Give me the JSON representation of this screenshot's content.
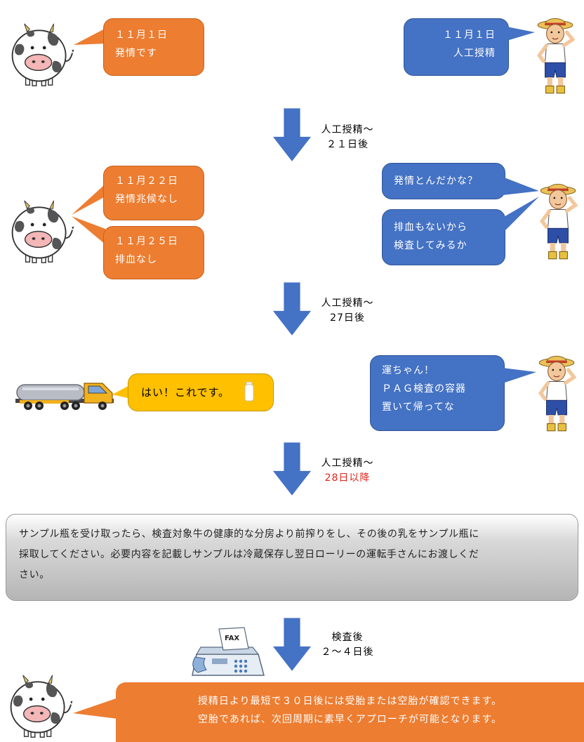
{
  "steps": [
    {
      "cow_bubble": {
        "line1": "１１月１日",
        "line2": "発情です"
      },
      "farmer_bubble": {
        "line1": "１１月１日",
        "line2": "人工授精"
      }
    },
    {
      "arrow_label": {
        "line1": "人工授精～",
        "line2": "２１日後"
      }
    },
    {
      "cow_bubbles": [
        {
          "line1": "１１月２２日",
          "line2": "発情兆候なし"
        },
        {
          "line1": "１１月２５日",
          "line2": "排血なし"
        }
      ],
      "farmer_bubbles": [
        {
          "line1": "発情とんだかな？"
        },
        {
          "line1": "排血もないから",
          "line2": "検査してみるか"
        }
      ]
    },
    {
      "arrow_label": {
        "line1": "人工授精～",
        "line2": "27日後"
      }
    },
    {
      "truck_bubble": "はい！これです。",
      "farmer_bubble": {
        "line1": "運ちゃん！",
        "line2": "ＰＡＧ検査の容器",
        "line3": "置いて帰ってな"
      }
    },
    {
      "arrow_label": {
        "line1": "人工授精～",
        "line2": "28日以降",
        "line2_color": "#E0241B"
      }
    },
    {
      "instruction": {
        "line1": "サンプル瓶を受け取ったら、検査対象牛の健康的な分房より前搾りをし、その後の乳をサンプル瓶に",
        "line2": "採取してください。必要内容を記載しサンプルは冷蔵保存し翌日ローリーの運転手さんにお渡しくだ",
        "line3": "さい。"
      }
    },
    {
      "fax_label": "FAX",
      "arrow_label": {
        "line1": "検査後",
        "line2": "２～４日後"
      }
    },
    {
      "final_bubble": {
        "line1": "授精日より最短で３０日後には受胎または空胎が確認できます。",
        "line2": "空胎であれば、次回周期に素早くアプローチが可能となります。"
      }
    }
  ],
  "colors": {
    "orange": "#ED7D31",
    "blue": "#4472C4",
    "yellow": "#FFC000",
    "arrow": "#4472C4",
    "red": "#E0241B"
  },
  "icons": [
    "cow-icon",
    "farmer-icon",
    "tanker-truck-icon",
    "sample-bottle-icon",
    "fax-machine-icon",
    "down-arrow-icon"
  ]
}
